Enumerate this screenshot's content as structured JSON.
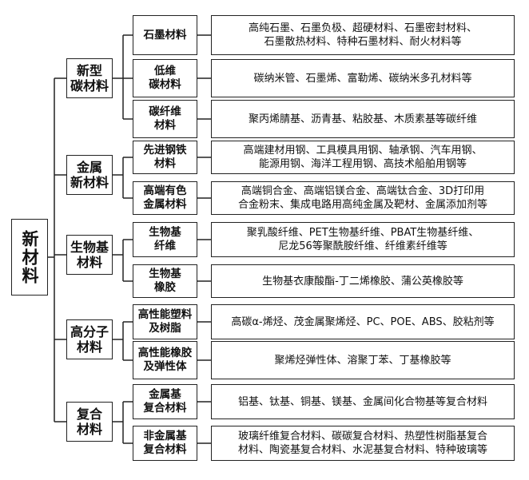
{
  "root": {
    "label": "新材料"
  },
  "categories": [
    {
      "label": "新型\n碳材料",
      "items": [
        {
          "name": "石墨材料",
          "desc": "高纯石墨、石墨负极、超硬材料、石墨密封材料、\n石墨散热材料、特种石墨材料、耐火材料等"
        },
        {
          "name": "低维\n碳材料",
          "desc": "碳纳米管、石墨烯、富勒烯、碳纳米多孔材料等"
        },
        {
          "name": "碳纤维\n材料",
          "desc": "聚丙烯腈基、沥青基、粘胶基、木质素基等碳纤维"
        }
      ]
    },
    {
      "label": "金属\n新材料",
      "items": [
        {
          "name": "先进钢铁\n材料",
          "desc": "高端建材用钢、工具模具用钢、轴承钢、汽车用钢、\n能源用钢、海洋工程用钢、高技术船舶用钢等"
        },
        {
          "name": "高端有色\n金属材料",
          "desc": "高端铜合金、高端铝镁合金、高端钛合金、3D打印用\n合金粉末、集成电路用高纯金属及靶材、金属添加剂等"
        }
      ]
    },
    {
      "label": "生物基\n材料",
      "items": [
        {
          "name": "生物基\n纤维",
          "desc": "聚乳酸纤维、PET生物基纤维、PBAT生物基纤维、\n尼龙56等聚酰胺纤维、纤维素纤维等"
        },
        {
          "name": "生物基\n橡胶",
          "desc": "生物基衣康酸酯-丁二烯橡胶、蒲公英橡胶等"
        }
      ]
    },
    {
      "label": "高分子\n材料",
      "items": [
        {
          "name": "高性能塑料\n及树脂",
          "desc": "高碳α-烯烃、茂金属聚烯烃、PC、POE、ABS、胶粘剂等"
        },
        {
          "name": "高性能橡胶\n及弹性体",
          "desc": "聚烯烃弹性体、溶聚丁苯、丁基橡胶等"
        }
      ]
    },
    {
      "label": "复合\n材料",
      "items": [
        {
          "name": "金属基\n复合材料",
          "desc": "铝基、钛基、铜基、镁基、金属间化合物基等复合材料"
        },
        {
          "name": "非金属基\n复合材料",
          "desc": "玻璃纤维复合材料、碳碳复合材料、热塑性树脂基复合\n材料、陶瓷基复合材料、水泥基复合材料、特种玻璃等"
        }
      ]
    }
  ]
}
